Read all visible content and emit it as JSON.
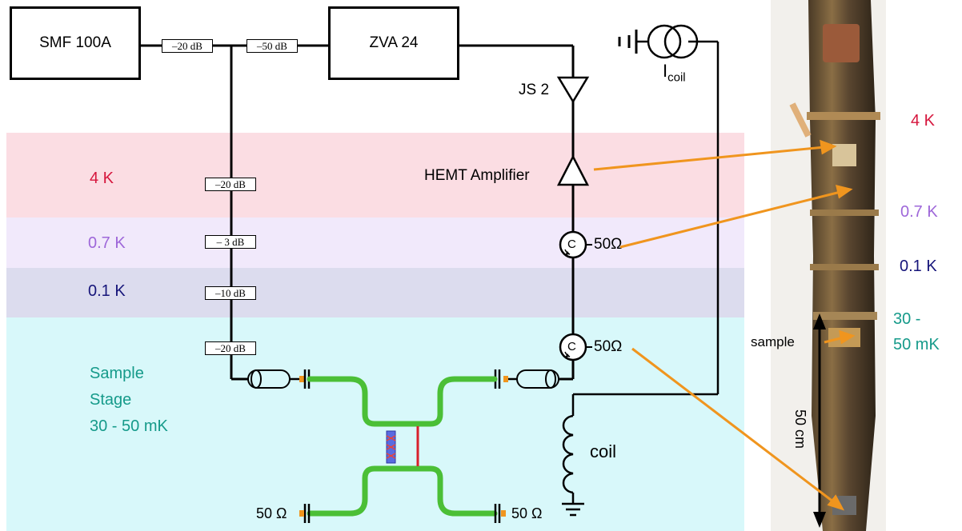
{
  "instruments": {
    "smf_label": "SMF 100A",
    "zva_label": "ZVA 24"
  },
  "attenuators": {
    "top_left": "–20 dB",
    "top_right": "–50 dB",
    "a_4k": "–20 dB",
    "a_07k": "– 3 dB",
    "a_01k": "–10 dB",
    "a_sample": "–20 dB"
  },
  "amplifiers": {
    "js2_label": "JS 2",
    "hemt_label": "HEMT Amplifier"
  },
  "current_source": {
    "label": "I",
    "subscript": "coil"
  },
  "circulators": {
    "symbol": "C",
    "term_upper": "50Ω",
    "term_lower": "50Ω"
  },
  "coil_label": "coil",
  "terminations": {
    "bottom_left": "50 Ω",
    "bottom_right": "50 Ω"
  },
  "stages": {
    "k4": "4 K",
    "k07": "0.7 K",
    "k01": "0.1 K",
    "sample_line1": "Sample",
    "sample_line2": "Stage",
    "sample_line3": "30 - 50 mK"
  },
  "photo": {
    "k4": "4 K",
    "k07": "0.7 K",
    "k01": "0.1 K",
    "mk_line1": "30 -",
    "mk_line2": "50 mK",
    "sample": "sample",
    "length": "50 cm"
  },
  "colors": {
    "band_4k": "#fbdde3",
    "band_07k": "#f1e9fb",
    "band_01k": "#dcdcee",
    "band_sample": "#d8f8fa",
    "text_4k": "#d6163d",
    "text_07k": "#9e67d9",
    "text_01k": "#16157a",
    "text_sample": "#159a8a",
    "arrow": "#f0951e",
    "resonator": "#4bbf36",
    "junction_red": "#d8202c"
  }
}
